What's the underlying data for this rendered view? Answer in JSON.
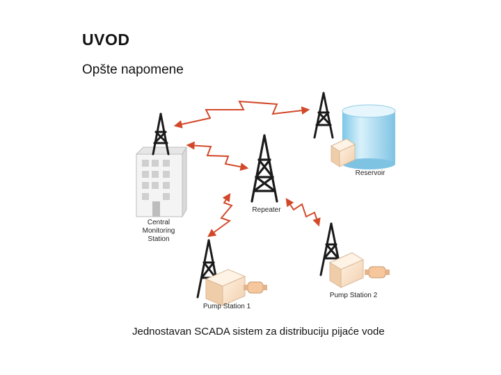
{
  "slide": {
    "title": "UVOD",
    "subtitle": "Opšte napomene",
    "caption": "Jednostavan SCADA sistem za distribuciju pijaće vode"
  },
  "diagram": {
    "labels": {
      "central_line1": "Central",
      "central_line2": "Monitoring",
      "central_line3": "Station",
      "repeater": "Repeater",
      "reservoir": "Reservoir",
      "pump1": "Pump Station 1",
      "pump2": "Pump Station 2"
    },
    "colors": {
      "radio_link": "#d2492a",
      "tower": "#1a1a1a",
      "reservoir": "#a8dcf0",
      "box": "#f6ddc4"
    }
  }
}
